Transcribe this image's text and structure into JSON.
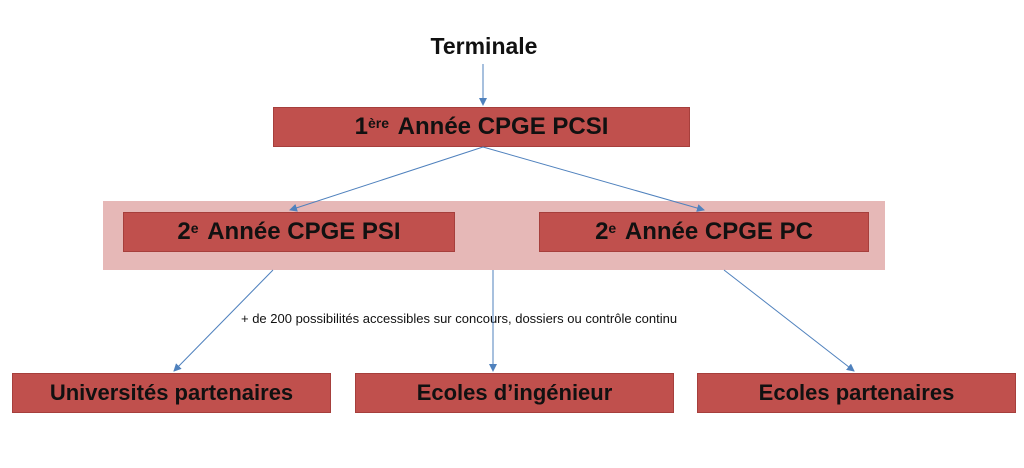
{
  "title": "Terminale",
  "year1": {
    "prefix": "1",
    "sup": "ère",
    "label": "Année CPGE PCSI"
  },
  "year2_psi": {
    "prefix": "2",
    "sup": "e",
    "label": "Année CPGE PSI"
  },
  "year2_pc": {
    "prefix": "2",
    "sup": "e",
    "label": "Année CPGE PC"
  },
  "caption": "+ de 200 possibilités accessibles sur concours, dossiers ou contrôle continu",
  "outcomes": {
    "universites": "Universités partenaires",
    "ecoles_ingenieur": "Ecoles d’ingénieur",
    "ecoles_partenaires": "Ecoles partenaires"
  },
  "colors": {
    "box": "#c0504d",
    "band": "#e6b8b7",
    "arrow": "#4f81bd",
    "text": "#111111"
  }
}
